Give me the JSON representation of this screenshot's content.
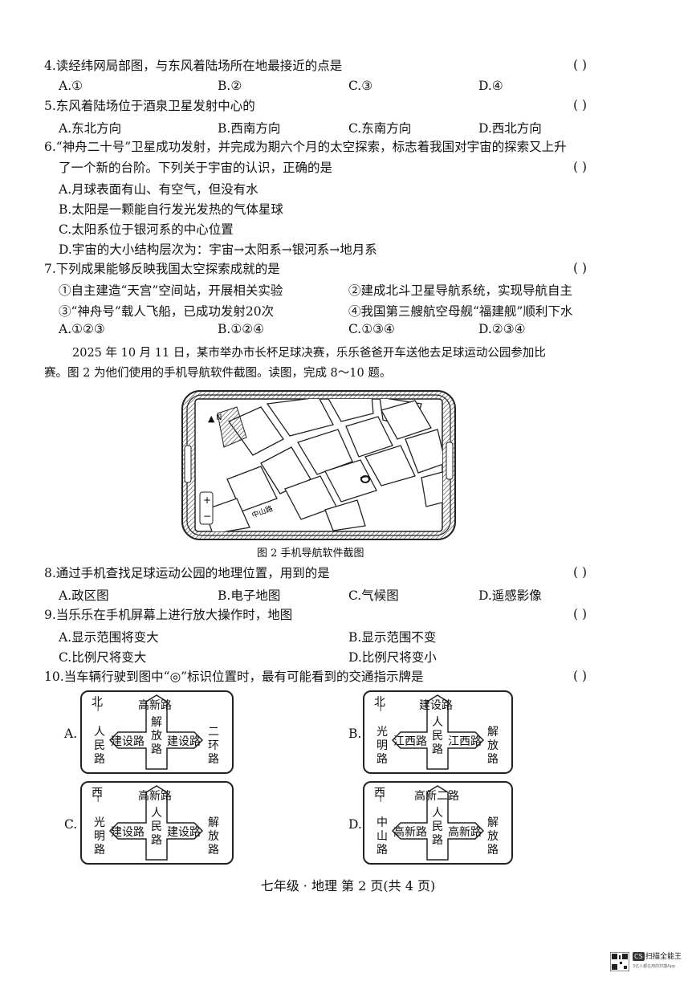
{
  "q4": {
    "stem": "4.读经纬网局部图，与东风着陆场所在地最接近的点是",
    "paren": "(      )",
    "options": [
      "A.①",
      "B.②",
      "C.③",
      "D.④"
    ]
  },
  "q5": {
    "stem": "5.东风着陆场位于酒泉卫星发射中心的",
    "paren": "(      )",
    "options": [
      "A.东北方向",
      "B.西南方向",
      "C.东南方向",
      "D.西北方向"
    ]
  },
  "q6": {
    "stem_line1": "6.“神舟二十号”卫星成功发射，并完成为期六个月的太空探索，标志着我国对宇宙的探索又上升",
    "stem_line2": "了一个新的台阶。下列关于宇宙的认识，正确的是",
    "paren": "(      )",
    "options": [
      "A.月球表面有山、有空气，但没有水",
      "B.太阳是一颗能自行发光发热的气体星球",
      "C.太阳系位于银河系的中心位置",
      "D.宇宙的大小结构层次为：宇宙→太阳系→银河系→地月系"
    ]
  },
  "q7": {
    "stem": "7.下列成果能够反映我国太空探索成就的是",
    "paren": "(      )",
    "items": [
      "①自主建造“天宫”空间站，开展相关实验",
      "②建成北斗卫星导航系统，实现导航自主",
      "③“神舟号”载人飞船，已成功发射20次",
      "④我国第三艘航空母舰“福建舰”顺利下水"
    ],
    "options": [
      "A.①②③",
      "B.①②④",
      "C.①③④",
      "D.②③④"
    ]
  },
  "intro": {
    "line1": "2025 年 10 月 11 日，某市举办市长杯足球决赛，乐乐爸爸开车送他去足球运动公园参加比",
    "line2": "赛。图 2 为他们使用的手机导航软件截图。读图，完成 8～10 题。"
  },
  "figure": {
    "caption": "图 2   手机导航软件截图",
    "north": "N",
    "plus": "+",
    "minus": "−",
    "road_label": "中山路"
  },
  "q8": {
    "stem": "8.通过手机查找足球运动公园的地理位置，用到的是",
    "paren": "(      )",
    "options": [
      "A.政区图",
      "B.电子地图",
      "C.气候图",
      "D.遥感影像"
    ]
  },
  "q9": {
    "stem": "9.当乐乐在手机屏幕上进行放大操作时，地图",
    "paren": "(      )",
    "options": [
      "A.显示范围将变大",
      "B.显示范围不变",
      "C.比例尺将变大",
      "D.比例尺将变小"
    ]
  },
  "q10": {
    "stem": "10.当车辆行驶到图中“◎”标识位置时，最有可能看到的交通指示牌是",
    "paren": "(      )"
  },
  "signs": [
    {
      "label": "A.",
      "dir": "北",
      "top": "高新路",
      "center": "解放路",
      "left_v": "人民路",
      "left_h": "建设路",
      "right_h": "建设路",
      "right_v": "二环路"
    },
    {
      "label": "B.",
      "dir": "北",
      "top": "建设路",
      "center": "人民路",
      "left_v": "光明路",
      "left_h": "江西路",
      "right_h": "江西路",
      "right_v": "解放路"
    },
    {
      "label": "C.",
      "dir": "西",
      "top": "高新路",
      "center": "人民路",
      "left_v": "光明路",
      "left_h": "建设路",
      "right_h": "建设路",
      "right_v": "解放路"
    },
    {
      "label": "D.",
      "dir": "西",
      "top": "高新二路",
      "center": "人民路",
      "left_v": "中山路",
      "left_h": "高新路",
      "right_h": "高新路",
      "right_v": "解放路"
    }
  ],
  "footer": "七年级 · 地理   第 2 页(共 4 页)",
  "watermark": {
    "line1": "扫描全能王",
    "line2": "3亿人都在用的扫描App",
    "badge": "CS"
  }
}
